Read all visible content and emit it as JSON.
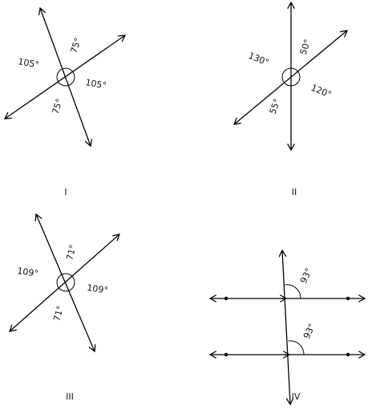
{
  "panels": [
    {
      "caption": "I",
      "angles": {
        "top": "75°",
        "left": "105°",
        "right": "105°",
        "bottom": "75°"
      }
    },
    {
      "caption": "II",
      "angles": {
        "top": "50°",
        "left": "130°",
        "right": "120°",
        "bottom": "55°"
      }
    },
    {
      "caption": "III",
      "angles": {
        "top": "71°",
        "left": "109°",
        "right": "109°",
        "bottom": "71°"
      }
    },
    {
      "caption": "IV",
      "angles": {
        "upper": "93°",
        "lower": "93°"
      }
    }
  ]
}
